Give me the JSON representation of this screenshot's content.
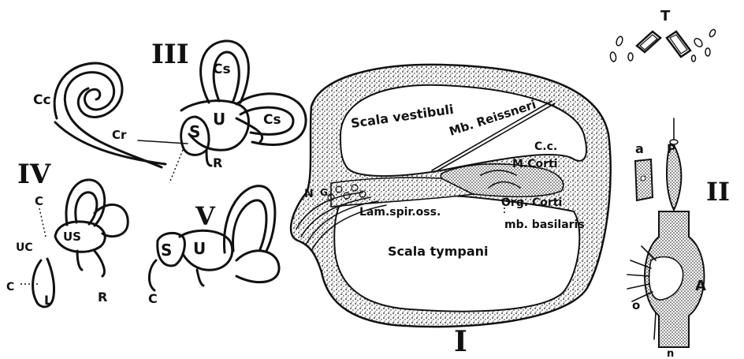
{
  "figure": {
    "roman_numerals": {
      "I": "I",
      "II": "II",
      "III": "III",
      "IV": "IV",
      "V": "V"
    },
    "fig_III": {
      "Cc": "Cc",
      "Cr": "Cr",
      "S": "S",
      "U": "U",
      "Cs_top": "Cs",
      "Cs_right": "Cs",
      "R": "R"
    },
    "fig_IV": {
      "C_top": "C",
      "UC": "UC",
      "US": "US",
      "C_left": "C",
      "L": "L",
      "R": "R"
    },
    "fig_V": {
      "S": "S",
      "U": "U",
      "C": "C"
    },
    "fig_I": {
      "scala_vestibuli": "Scala vestibuli",
      "mb_reissneri": "Mb. Reissneri",
      "cc": "C.c.",
      "m_corti": "M.Corti",
      "n": "N",
      "g": "G.",
      "lam_spir_oss": "Lam.spir.oss.",
      "org_corti": "Org. Corti",
      "mb_basilaris": "mb. basilaris",
      "scala_tympani": "Scala tympani"
    },
    "fig_II": {
      "T": "T",
      "a": "a",
      "p": "P",
      "A": "A",
      "o": "o",
      "n": "n"
    },
    "colors": {
      "ink": "#111111",
      "paper": "#ffffff"
    }
  }
}
